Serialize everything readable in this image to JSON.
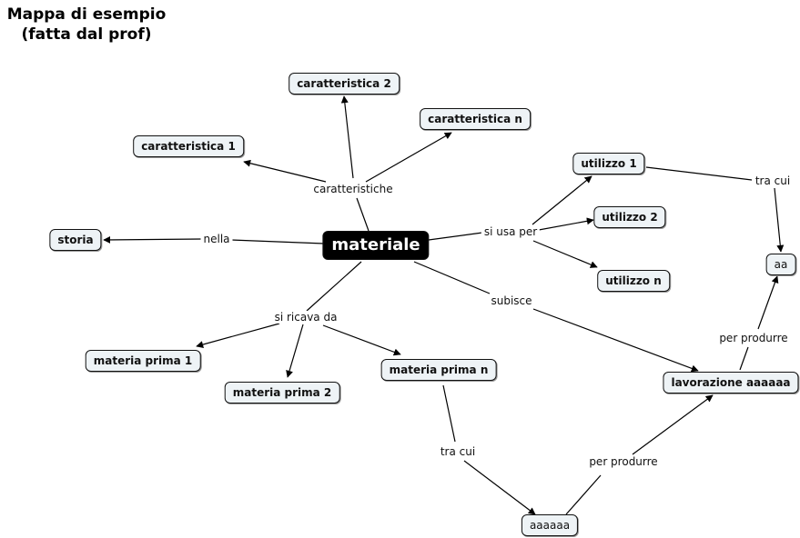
{
  "title": {
    "line1": "Mappa di esempio",
    "line2": "(fatta dal prof)"
  },
  "nodes": {
    "materiale": "materiale",
    "caratteristica_1": "caratteristica 1",
    "caratteristica_2": "caratteristica 2",
    "caratteristica_n": "caratteristica n",
    "storia": "storia",
    "utilizzo_1": "utilizzo 1",
    "utilizzo_2": "utilizzo 2",
    "utilizzo_n": "utilizzo n",
    "aa": "aa",
    "materia_prima_1": "materia prima 1",
    "materia_prima_2": "materia prima 2",
    "materia_prima_n": "materia prima n",
    "lavorazione": "lavorazione aaaaaa",
    "aaaaaa": "aaaaaa"
  },
  "links": {
    "caratteristiche": "caratteristiche",
    "nella": "nella",
    "si_usa_per": "si usa per",
    "tra_cui_top": "tra cui",
    "subisce": "subisce",
    "si_ricava_da": "si ricava da",
    "per_produrre_right": "per produrre",
    "tra_cui_bottom": "tra cui",
    "per_produrre_bottom": "per produrre"
  }
}
